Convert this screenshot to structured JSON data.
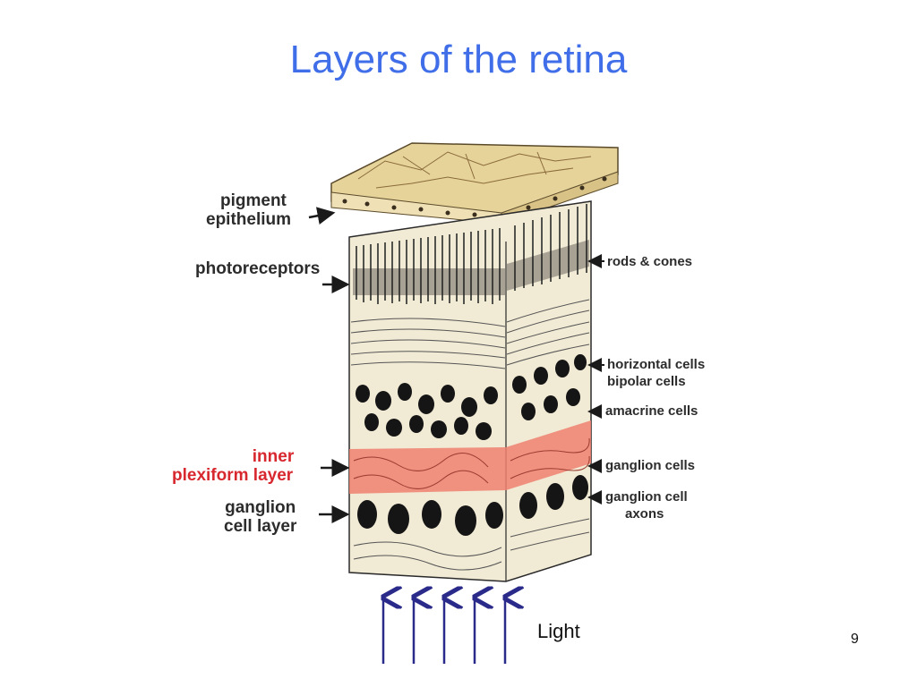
{
  "slide": {
    "title": "Layers of the retina",
    "light_label": "Light",
    "page_number": "9"
  },
  "diagram": {
    "left_labels": {
      "pigment_epithelium": [
        "pigment",
        "epithelium"
      ],
      "photoreceptors": [
        "photoreceptors"
      ],
      "inner_plexiform_layer": [
        "inner",
        "plexiform layer"
      ],
      "ganglion_cell_layer": [
        "ganglion",
        "cell layer"
      ]
    },
    "right_labels": {
      "rods_cones": [
        "rods & cones"
      ],
      "horizontal_bipolar": [
        "horizontal cells",
        "bipolar cells"
      ],
      "amacrine": [
        "amacrine cells"
      ],
      "ganglion_cells": [
        "ganglion cells"
      ],
      "ganglion_axons": [
        "ganglion cell",
        "axons"
      ]
    },
    "colors": {
      "title": "#3f6ee8",
      "highlight_layer": "#f08070",
      "highlight_text": "#d8282f",
      "pigment_top": "#e8d49a",
      "light_arrows": "#2a2a8a"
    },
    "light_arrow_count": 5
  }
}
